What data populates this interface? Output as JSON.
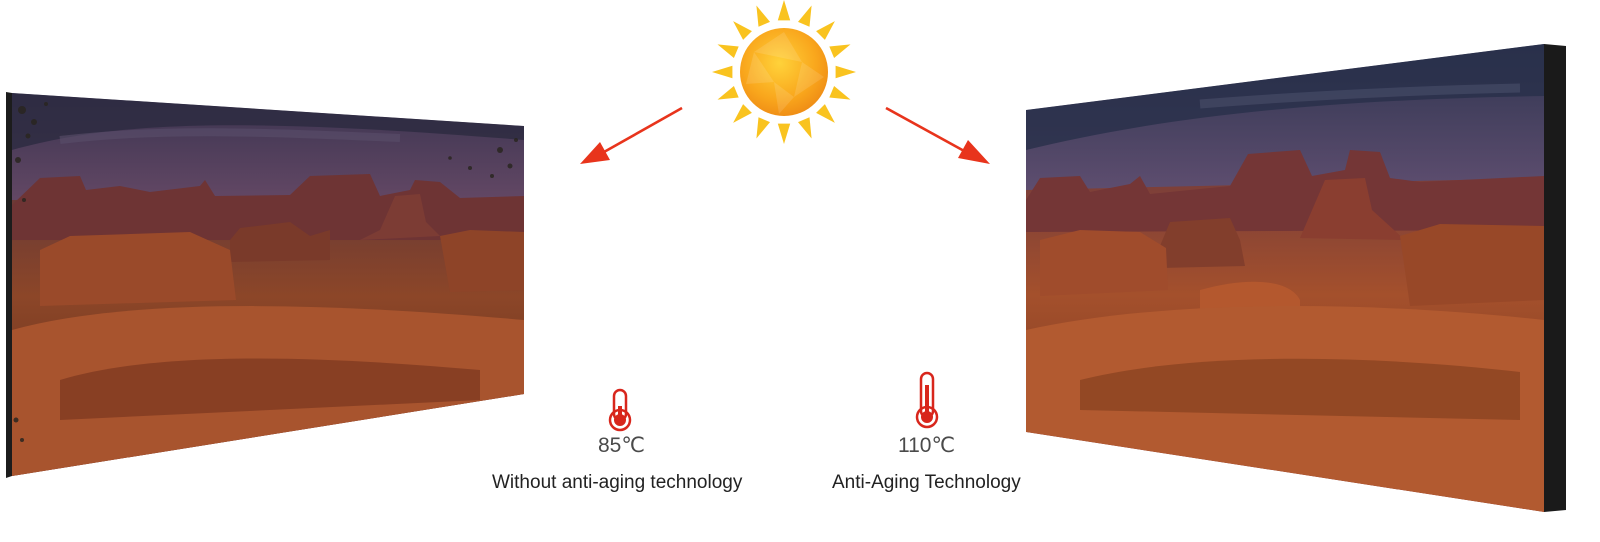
{
  "left_panel": {
    "temperature": "85℃",
    "caption": "Without anti-aging technology"
  },
  "right_panel": {
    "temperature": "110℃",
    "caption": "Anti-Aging Technology"
  },
  "icons": {
    "sun": "sun-icon",
    "thermometer": "thermometer-icon",
    "arrow": "arrow-icon"
  },
  "colors": {
    "sun_core": "#f7a21b",
    "sun_rays": "#f9c31f",
    "arrow": "#e8341c",
    "thermometer": "#d8261c",
    "sky_top": "#3b3350",
    "sky_glow": "#c86a7e",
    "rock": "#9a4a2a"
  }
}
